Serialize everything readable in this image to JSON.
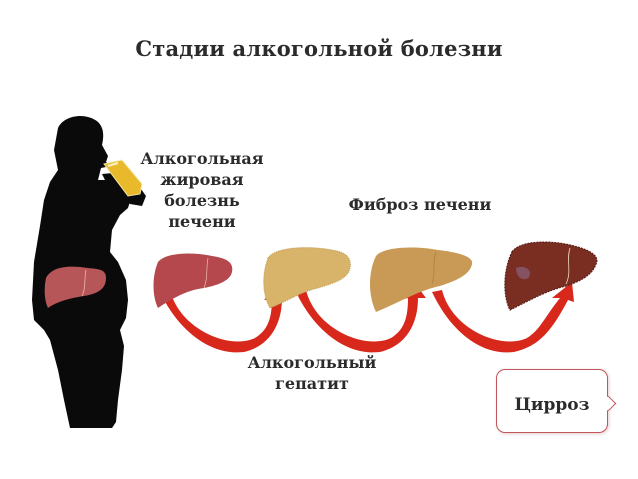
{
  "title": "Стадии алкогольной болезни",
  "stages": {
    "fatty_liver": {
      "lines": [
        "Алкогольная",
        "жировая",
        "болезнь",
        "печени"
      ]
    },
    "hepatitis": {
      "lines": [
        "Алкогольный",
        "гепатит"
      ]
    },
    "fibrosis": {
      "label": "Фиброз печени"
    },
    "cirrhosis": {
      "label": "Цирроз"
    }
  },
  "colors": {
    "silhouette": "#0a0a0a",
    "healthy_liver": "#b4484c",
    "fatty_liver": "#d7b46a",
    "fibrosis_liver": "#c99a55",
    "cirrhosis_liver": "#7a2e22",
    "arrow": "#d8281c",
    "beer": "#e8b92a",
    "box_border": "#c0565b"
  },
  "icons": [
    "man-drinking-silhouette",
    "liver-healthy",
    "liver-fatty",
    "liver-fibrosis",
    "liver-cirrhosis",
    "curved-arrow"
  ]
}
